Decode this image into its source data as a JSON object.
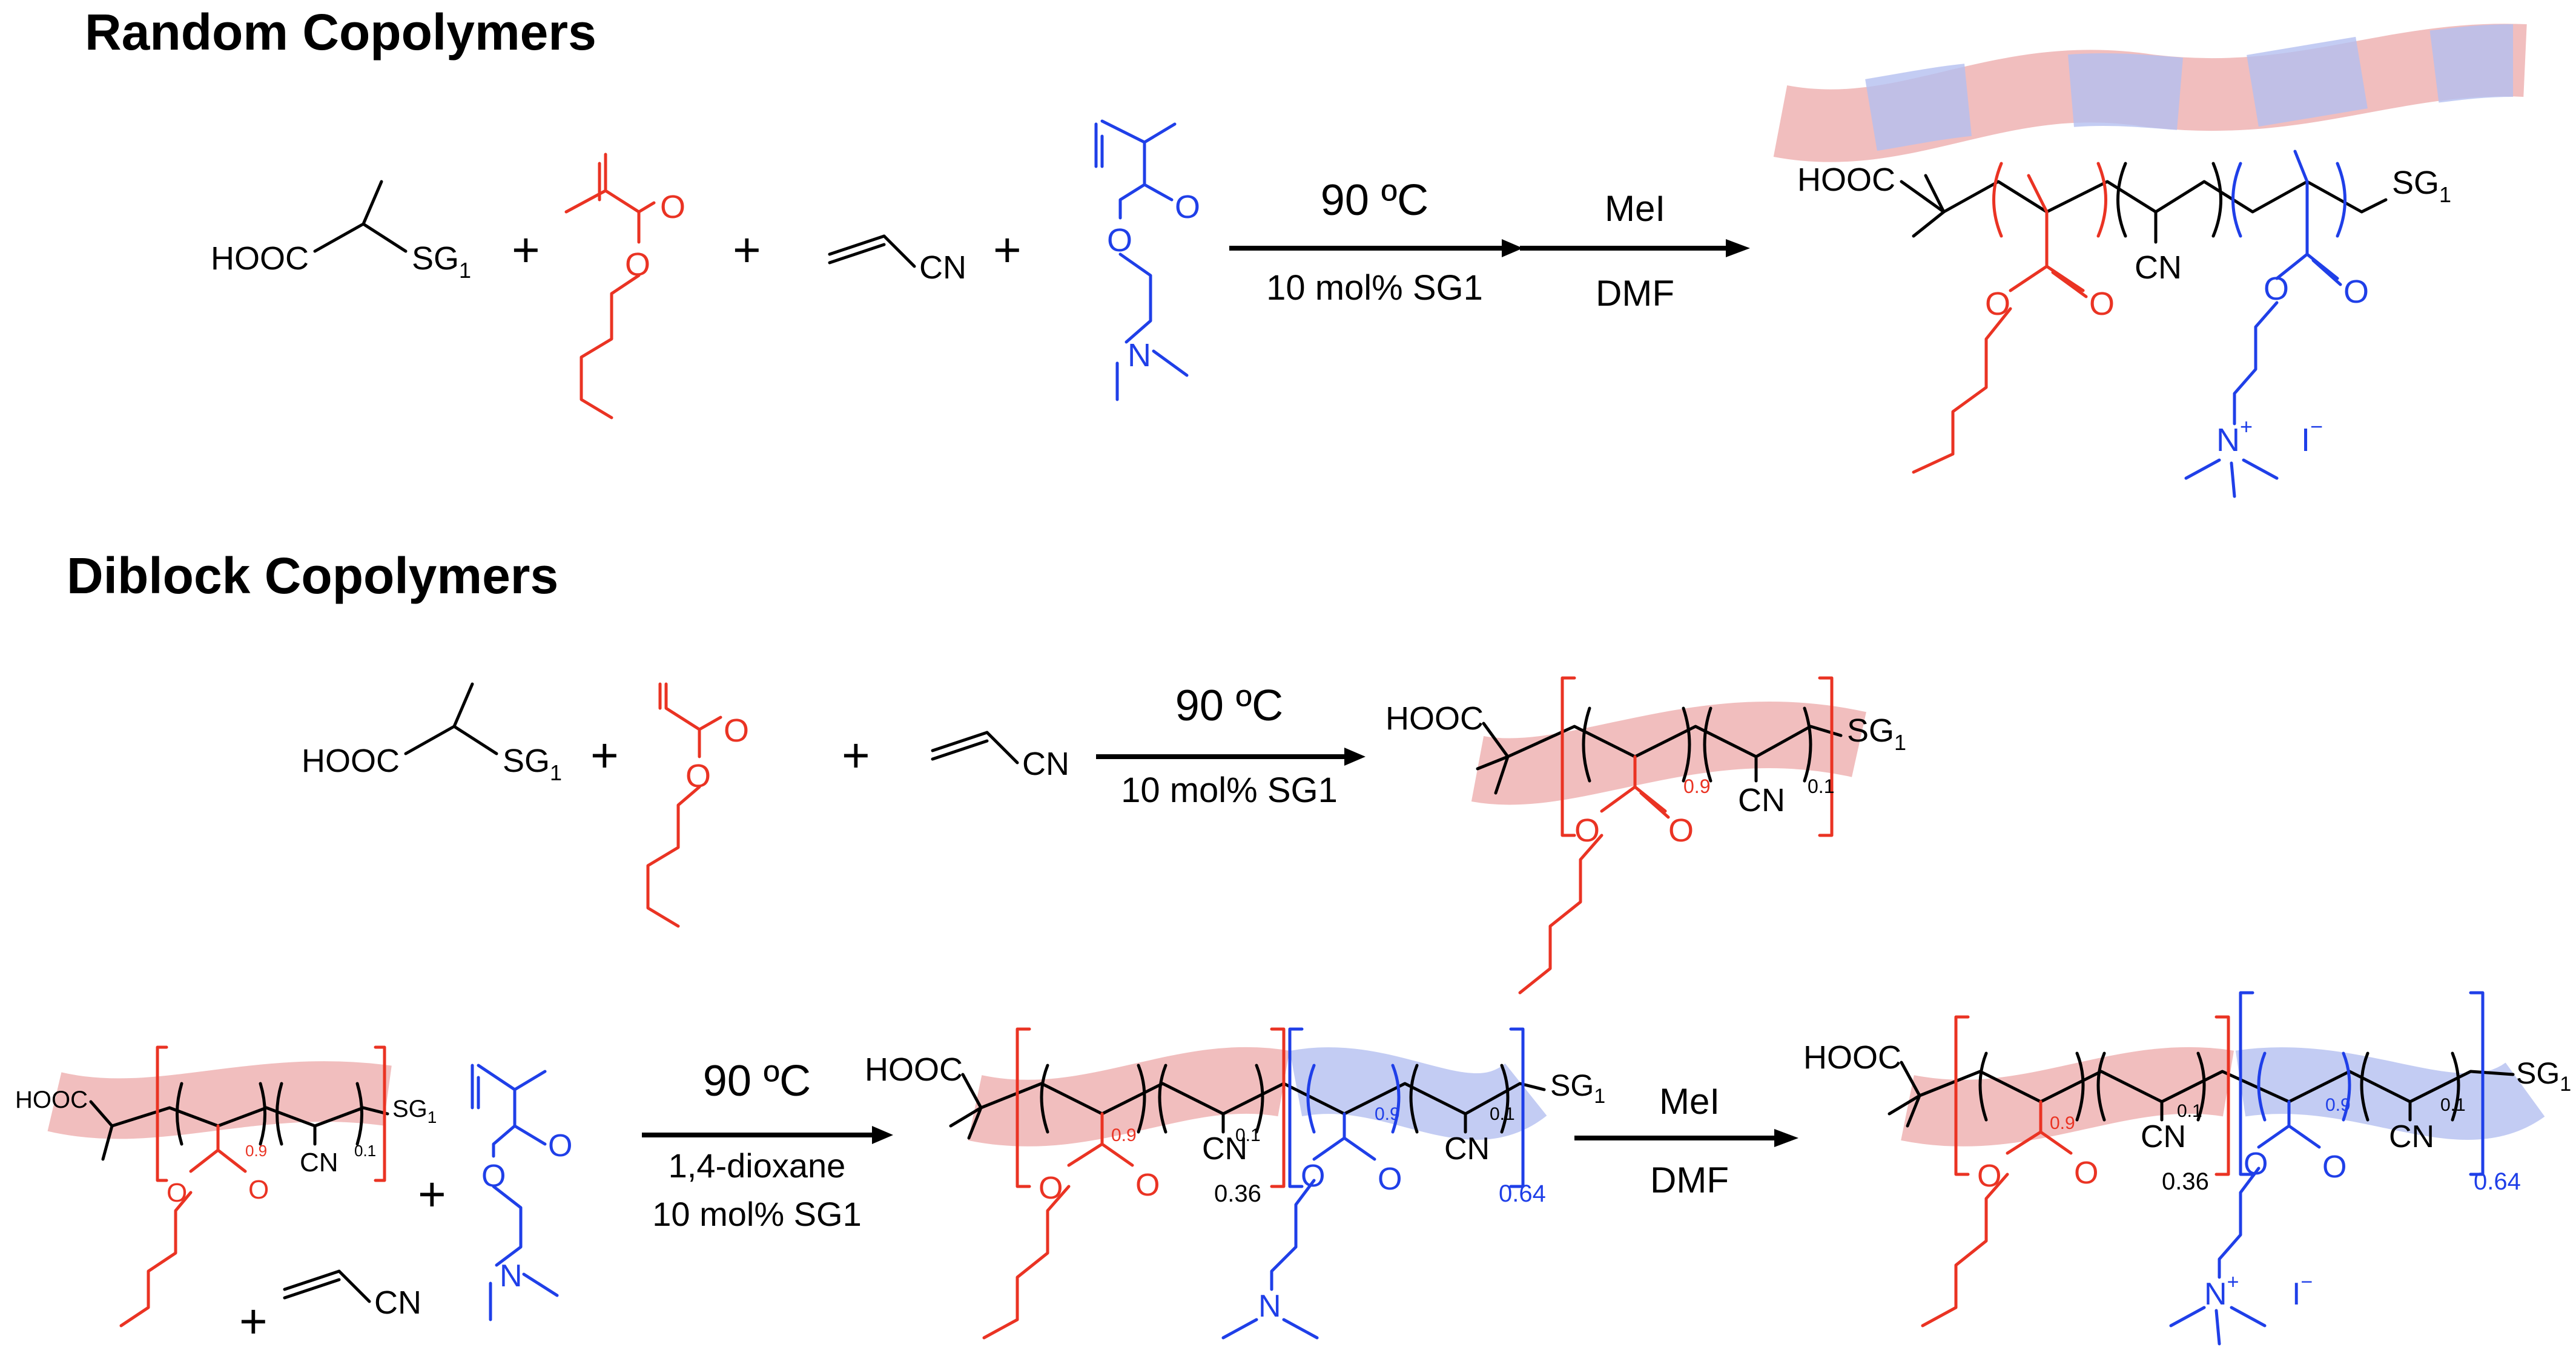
{
  "headings": {
    "random": "Random Copolymers",
    "diblock": "Diblock Copolymers"
  },
  "colors": {
    "butyl_acrylate": "#ea3323",
    "dmaema": "#1f3fe8",
    "backbone": "#000000",
    "red_band": "#efb3b3",
    "blue_band": "#b4bff0"
  },
  "labels": {
    "plus": "+",
    "hooc": "HOOC",
    "sg": "SG",
    "sub1": "1",
    "cn": "CN",
    "o": "O",
    "n": "N",
    "nplus": "+",
    "iodide": "I",
    "minus": "−",
    "frac_09": "0.9",
    "frac_01": "0.1",
    "frac_036": "0.36",
    "frac_064": "0.64"
  },
  "arrows": {
    "random_1": {
      "above": "90 ºC",
      "below": "10 mol% SG1"
    },
    "random_2": {
      "above": "MeI",
      "below": "DMF"
    },
    "diblock_1": {
      "above": "90 ºC",
      "below": "10 mol% SG1"
    },
    "diblock_2": {
      "above": "90 ºC",
      "below": "1,4-dioxane",
      "below2": "10 mol% SG1"
    },
    "diblock_3": {
      "above": "MeI",
      "below": "DMF"
    }
  }
}
